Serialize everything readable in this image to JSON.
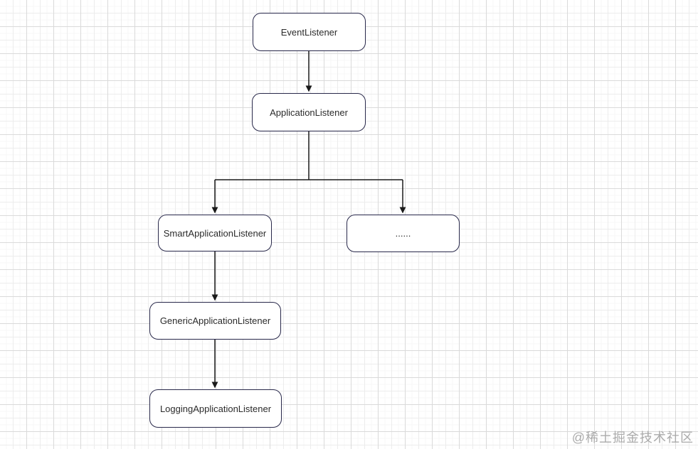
{
  "diagram": {
    "nodes": [
      {
        "id": "event-listener",
        "label": "EventListener"
      },
      {
        "id": "application-listener",
        "label": "ApplicationListener"
      },
      {
        "id": "smart-application-listener",
        "label": "SmartApplicationListener"
      },
      {
        "id": "ellipsis-node",
        "label": "......"
      },
      {
        "id": "generic-application-listener",
        "label": "GenericApplicationListener"
      },
      {
        "id": "logging-application-listener",
        "label": "LoggingApplicationListener"
      }
    ],
    "edges": [
      {
        "from": "EventListener",
        "to": "ApplicationListener"
      },
      {
        "from": "ApplicationListener",
        "to": "SmartApplicationListener"
      },
      {
        "from": "ApplicationListener",
        "to": "......"
      },
      {
        "from": "SmartApplicationListener",
        "to": "GenericApplicationListener"
      },
      {
        "from": "GenericApplicationListener",
        "to": "LoggingApplicationListener"
      }
    ],
    "colors": {
      "node_border": "#28284a",
      "node_fill": "#ffffff",
      "connector": "#1a1a1a",
      "grid_major": "#dadada",
      "grid_minor": "#ececec",
      "background": "#ffffff"
    }
  },
  "watermark": {
    "text": "@稀土掘金技术社区"
  }
}
